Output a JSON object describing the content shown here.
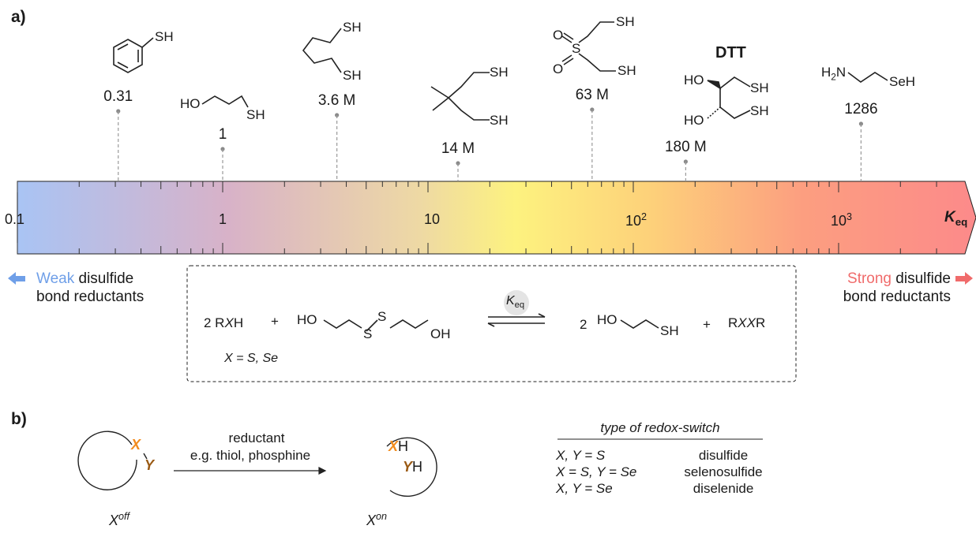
{
  "panel_a_label": "a)",
  "panel_b_label": "b)",
  "scale": {
    "ticks": [
      {
        "label": "0.1"
      },
      {
        "label": "1"
      },
      {
        "label": "10"
      },
      {
        "base": "10",
        "exp": "2"
      },
      {
        "base": "10",
        "exp": "3"
      }
    ],
    "axis_label_main": "K",
    "axis_label_sub": "eq"
  },
  "compounds": [
    {
      "name": "thiophenol",
      "value": "0.31",
      "k": 0.31,
      "atom": "SH"
    },
    {
      "name": "mercaptoethanol",
      "value": "1",
      "k": 1,
      "atom_o": "HO",
      "atom_s": "SH"
    },
    {
      "name": "pentanedithiol",
      "value": "3.6 M",
      "k": 3.6,
      "atom_s1": "SH",
      "atom_s2": "SH"
    },
    {
      "name": "dimethyl-dithiol",
      "value": "14 M",
      "k": 14,
      "atom_s1": "SH",
      "atom_s2": "SH"
    },
    {
      "name": "sulfone-dithiol",
      "value": "63 M",
      "k": 63,
      "atom_o1": "O",
      "atom_o2": "O",
      "atom_s": "S",
      "atom_s1": "SH",
      "atom_s2": "SH"
    },
    {
      "name": "dtt",
      "title": "DTT",
      "value": "180 M",
      "k": 180,
      "atom_o1": "HO",
      "atom_o2": "HO",
      "atom_s1": "SH",
      "atom_s2": "SH"
    },
    {
      "name": "selenocysteamine",
      "value": "1286",
      "k": 1286,
      "atom_n": "H",
      "atom_n_sub": "2",
      "atom_n_n": "N",
      "atom_se": "SeH"
    }
  ],
  "weak": {
    "highlight": "Weak",
    "rest1": " disulfide",
    "line2": "bond reductants",
    "color": "#6f9fe8"
  },
  "strong": {
    "highlight": "Strong",
    "rest1": " disulfide",
    "line2": "bond reductants",
    "color": "#f06b6b"
  },
  "equation": {
    "coef_left": "2 R",
    "x_italic": "X",
    "h": "H",
    "plus1": "+",
    "ho_left": "HO",
    "s1": "S",
    "s2": "S",
    "oh_right": "OH",
    "k_main": "K",
    "k_sub": "eq",
    "coef_right": "2",
    "ho_right": "HO",
    "sh_right": "SH",
    "plus2": "+",
    "r1": "R",
    "xx": "XX",
    "r2": "R",
    "condition": "X = S, Se"
  },
  "panel_b": {
    "reagent_line1": "reductant",
    "reagent_line2": "e.g. thiol, phosphine",
    "x_label": "X",
    "y_label": "Y",
    "h": "H",
    "off_main": "X",
    "off_sup": "off",
    "on_main": "X",
    "on_sup": "on",
    "x_color": "#f28c1e",
    "y_color": "#9a5a14"
  },
  "table": {
    "header": "type of redox-switch",
    "rows": [
      {
        "cond": "X, Y = S",
        "type": "disulfide"
      },
      {
        "cond": "X = S, Y = Se",
        "type": "selenosulfide"
      },
      {
        "cond": "X, Y = Se",
        "type": "diselenide"
      }
    ]
  }
}
